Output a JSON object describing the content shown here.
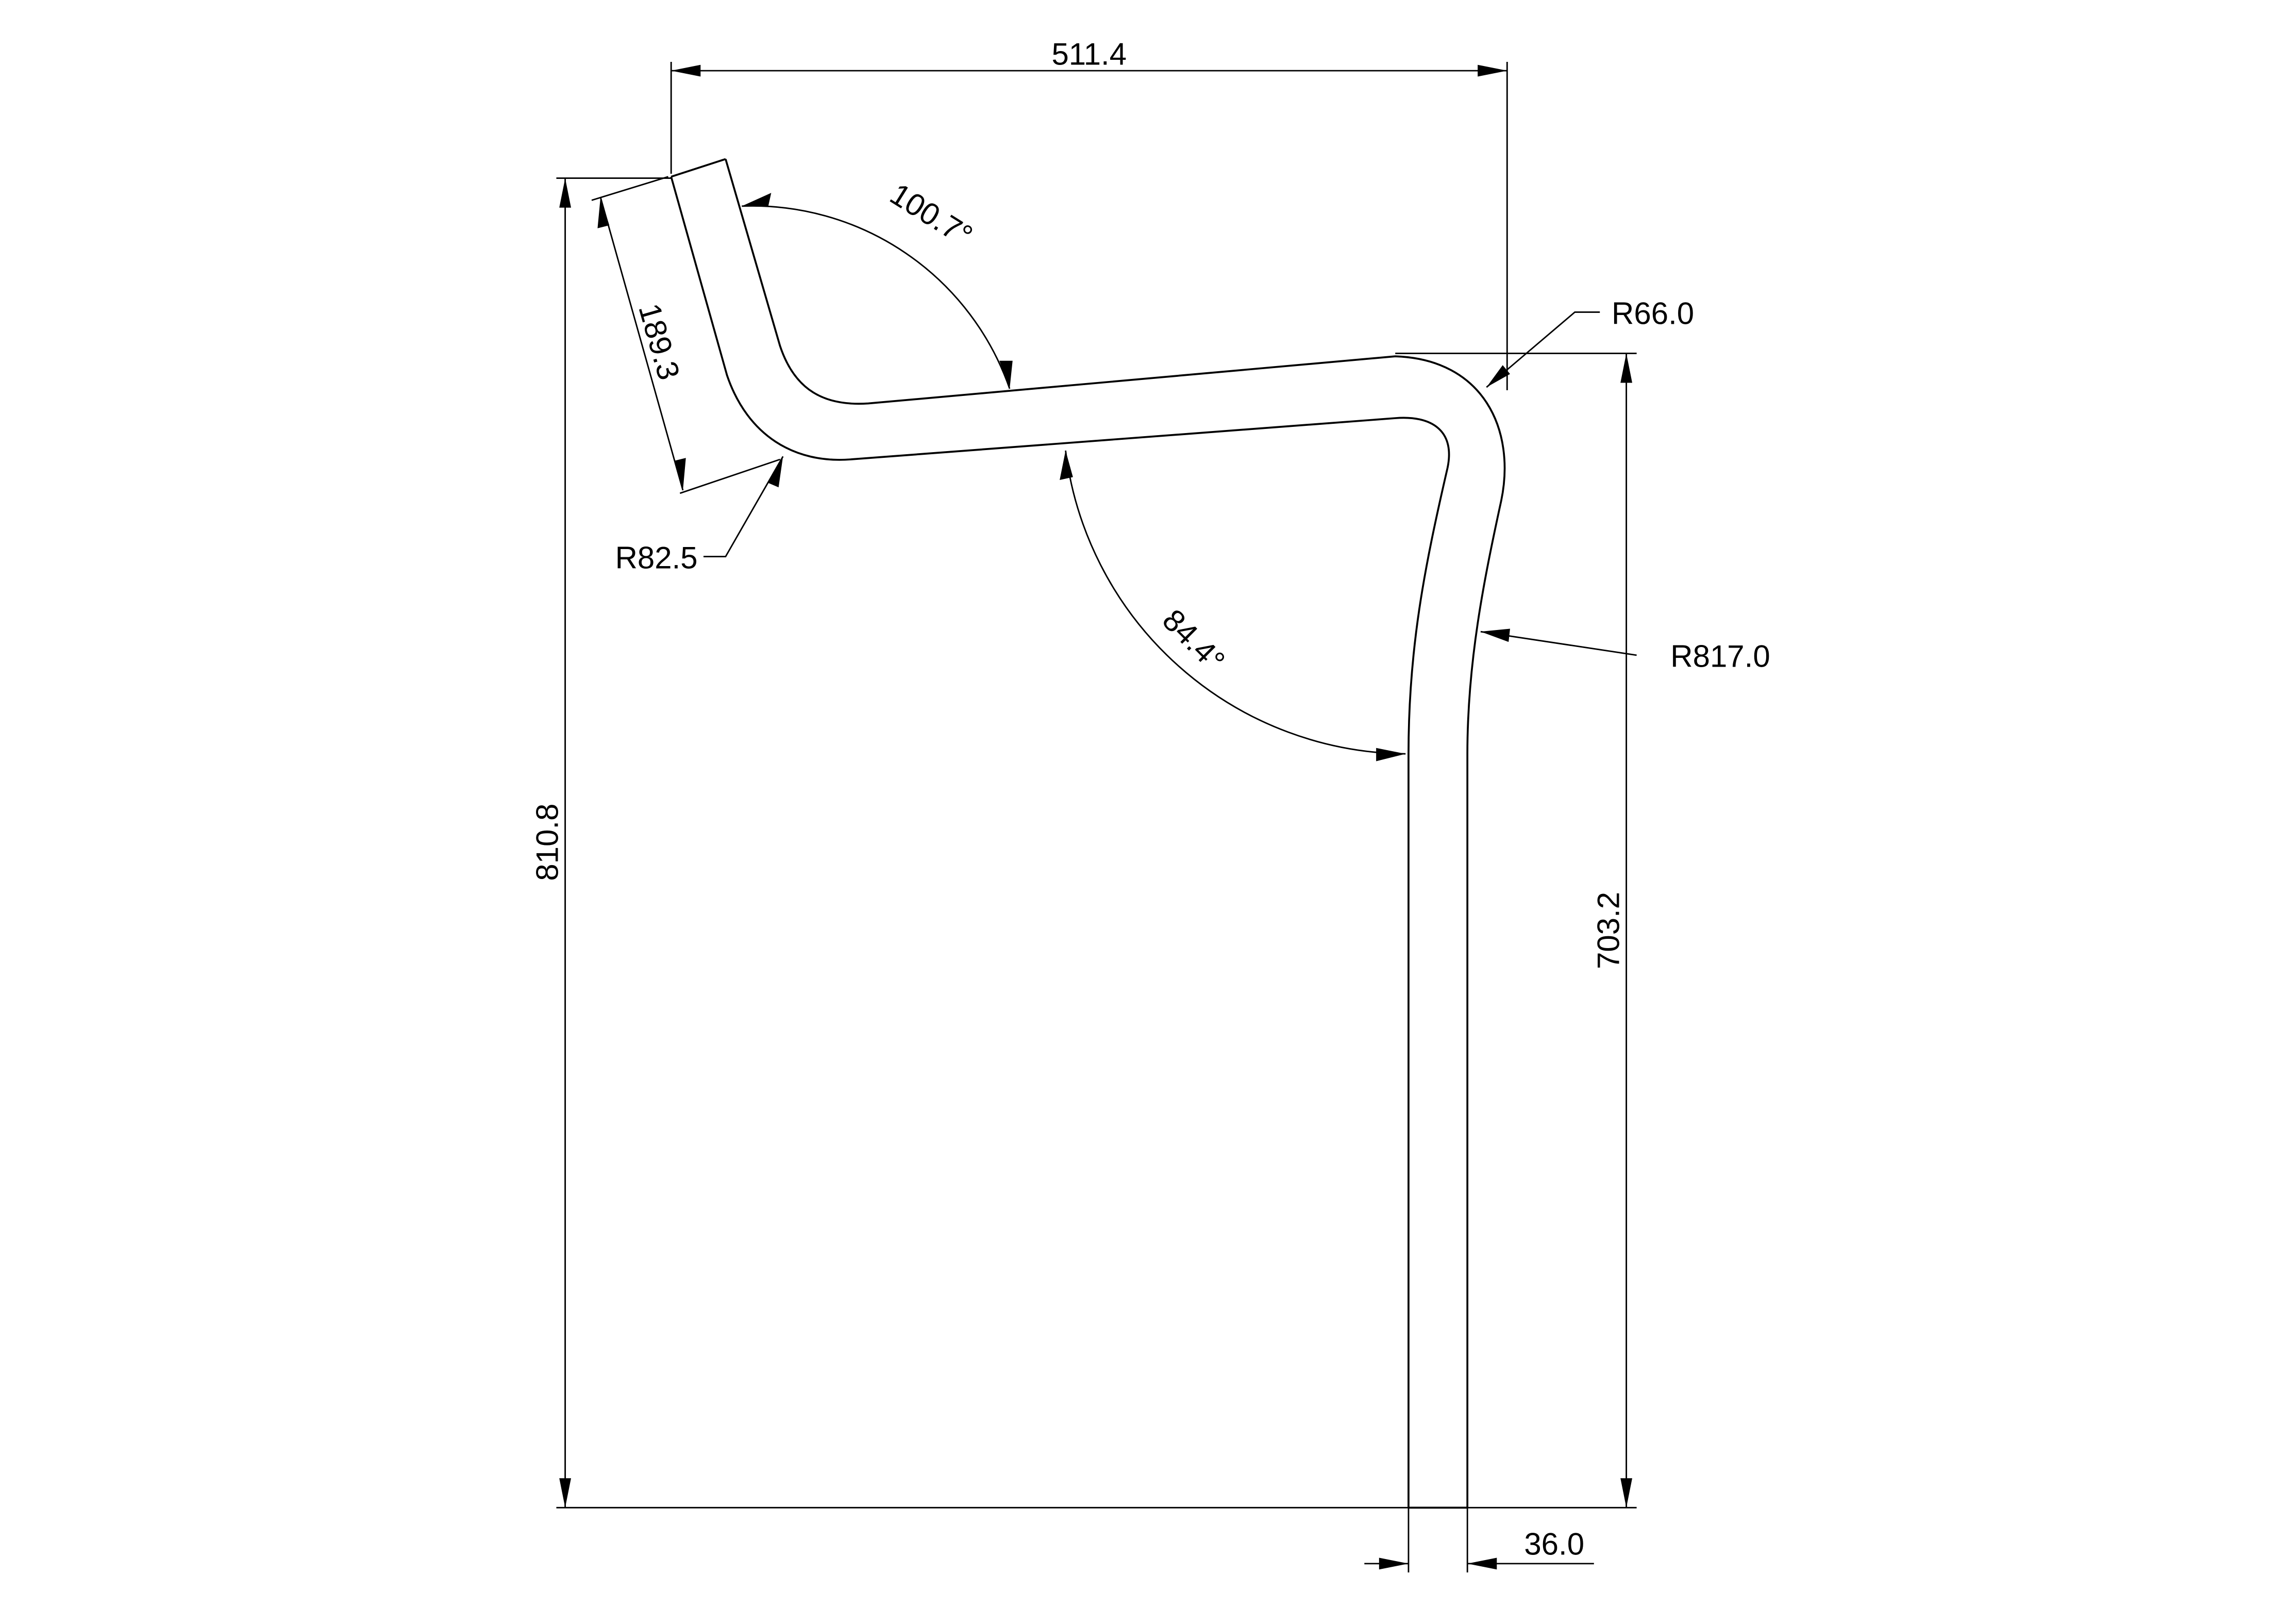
{
  "drawing": {
    "dimensions": {
      "overall_width": "511.4",
      "overall_height": "810.8",
      "upper_leg_length": "189.3",
      "upper_bend_angle": "100.7°",
      "lower_bend_angle": "84.4°",
      "radius_small_bend": "R66.0",
      "radius_left_bend": "R82.5",
      "radius_large_bend": "R817.0",
      "right_leg_height": "703.2",
      "tube_width": "36.0"
    }
  }
}
